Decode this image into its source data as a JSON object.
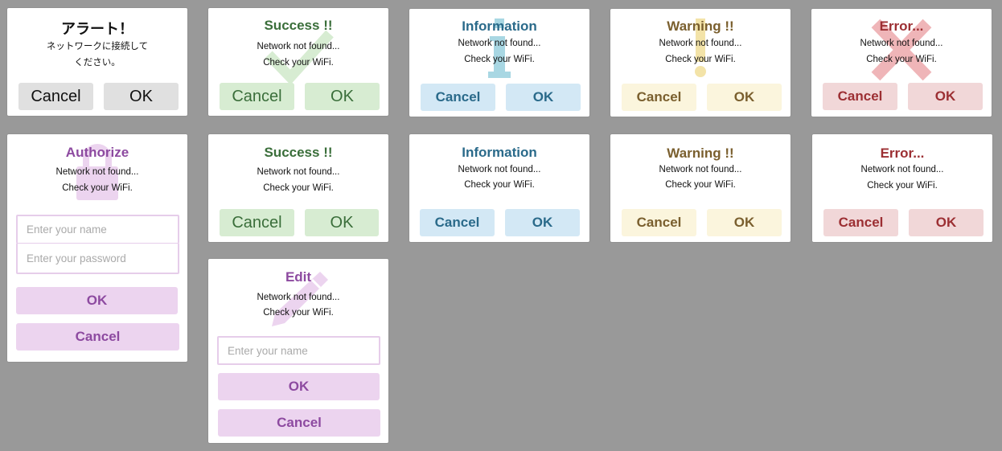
{
  "alert_jp": {
    "title": "アラート！",
    "message_line1": "ネットワークに接続して",
    "message_line2": "ください。",
    "cancel_label": "Cancel",
    "ok_label": "OK"
  },
  "success_icon_dialog": {
    "title": "Success !!",
    "message_line1": "Network not found...",
    "message_line2": "Check your WiFi.",
    "cancel_label": "Cancel",
    "ok_label": "OK",
    "icon": "checkmark-icon"
  },
  "info_icon_dialog": {
    "title": "Information",
    "message_line1": "Network not found...",
    "message_line2": "Check your WiFi.",
    "cancel_label": "Cancel",
    "ok_label": "OK",
    "icon": "info-icon"
  },
  "warning_icon_dialog": {
    "title": "Warning !!",
    "message_line1": "Network not found...",
    "message_line2": "Check your WiFi.",
    "cancel_label": "Cancel",
    "ok_label": "OK",
    "icon": "exclamation-icon"
  },
  "error_icon_dialog": {
    "title": "Error...",
    "message_line1": "Network not found...",
    "message_line2": "Check your WiFi.",
    "cancel_label": "Cancel",
    "ok_label": "OK",
    "icon": "cross-icon"
  },
  "authorize_dialog": {
    "title": "Authorize",
    "message_line1": "Network not found...",
    "message_line2": "Check your WiFi.",
    "name_placeholder": "Enter your name",
    "password_placeholder": "Enter your password",
    "ok_label": "OK",
    "cancel_label": "Cancel",
    "icon": "lock-icon"
  },
  "success_dialog": {
    "title": "Success !!",
    "message_line1": "Network not found...",
    "message_line2": "Check your WiFi.",
    "cancel_label": "Cancel",
    "ok_label": "OK"
  },
  "info_dialog": {
    "title": "Information",
    "message_line1": "Network not found...",
    "message_line2": "Check your WiFi.",
    "cancel_label": "Cancel",
    "ok_label": "OK"
  },
  "warning_dialog": {
    "title": "Warning !!",
    "message_line1": "Network not found...",
    "message_line2": "Check your WiFi.",
    "cancel_label": "Cancel",
    "ok_label": "OK"
  },
  "error_dialog": {
    "title": "Error...",
    "message_line1": "Network not found...",
    "message_line2": "Check your WiFi.",
    "cancel_label": "Cancel",
    "ok_label": "OK"
  },
  "edit_dialog": {
    "title": "Edit",
    "message_line1": "Network not found...",
    "message_line2": "Check your WiFi.",
    "name_placeholder": "Enter your name",
    "ok_label": "OK",
    "cancel_label": "Cancel",
    "icon": "pencil-icon"
  },
  "colors": {
    "background": "#999999",
    "success": "#3a6e3a",
    "info": "#2a6a8a",
    "warning": "#7a5f2e",
    "error": "#9c2f33",
    "purple": "#8d4aa0"
  }
}
